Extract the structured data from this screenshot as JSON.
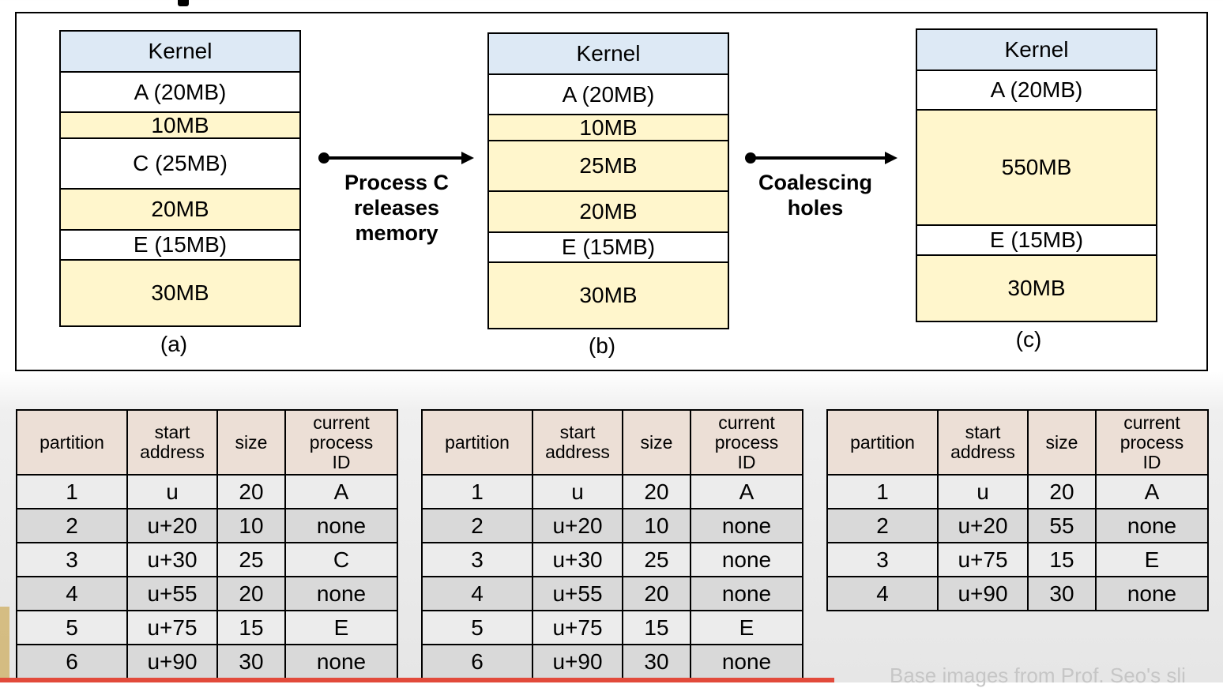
{
  "diagrams": [
    {
      "caption": "(a)",
      "blocks": [
        {
          "label": "Kernel",
          "kind": "kernel"
        },
        {
          "label": "A (20MB)",
          "kind": "proc"
        },
        {
          "label": "10MB",
          "kind": "hole"
        },
        {
          "label": "C (25MB)",
          "kind": "proc"
        },
        {
          "label": "20MB",
          "kind": "hole"
        },
        {
          "label": "E (15MB)",
          "kind": "proc"
        },
        {
          "label": "30MB",
          "kind": "hole"
        }
      ]
    },
    {
      "caption": "(b)",
      "blocks": [
        {
          "label": "Kernel",
          "kind": "kernel"
        },
        {
          "label": "A (20MB)",
          "kind": "proc"
        },
        {
          "label": "10MB",
          "kind": "hole"
        },
        {
          "label": "25MB",
          "kind": "hole"
        },
        {
          "label": "20MB",
          "kind": "hole"
        },
        {
          "label": "E (15MB)",
          "kind": "proc"
        },
        {
          "label": "30MB",
          "kind": "hole"
        }
      ]
    },
    {
      "caption": "(c)",
      "blocks": [
        {
          "label": "Kernel",
          "kind": "kernel"
        },
        {
          "label": "A (20MB)",
          "kind": "proc"
        },
        {
          "label": "550MB",
          "kind": "hole"
        },
        {
          "label": "E (15MB)",
          "kind": "proc"
        },
        {
          "label": "30MB",
          "kind": "hole"
        }
      ]
    }
  ],
  "arrows": [
    {
      "lines": [
        "Process C",
        "releases",
        "memory"
      ]
    },
    {
      "lines": [
        "Coalescing",
        "holes"
      ]
    }
  ],
  "tables": [
    {
      "headers": [
        "partition",
        "start\naddress",
        "size",
        "current\nprocess\nID"
      ],
      "rows": [
        [
          "1",
          "u",
          "20",
          "A"
        ],
        [
          "2",
          "u+20",
          "10",
          "none"
        ],
        [
          "3",
          "u+30",
          "25",
          "C"
        ],
        [
          "4",
          "u+55",
          "20",
          "none"
        ],
        [
          "5",
          "u+75",
          "15",
          "E"
        ],
        [
          "6",
          "u+90",
          "30",
          "none"
        ]
      ]
    },
    {
      "headers": [
        "partition",
        "start\naddress",
        "size",
        "current\nprocess\nID"
      ],
      "rows": [
        [
          "1",
          "u",
          "20",
          "A"
        ],
        [
          "2",
          "u+20",
          "10",
          "none"
        ],
        [
          "3",
          "u+30",
          "25",
          "none"
        ],
        [
          "4",
          "u+55",
          "20",
          "none"
        ],
        [
          "5",
          "u+75",
          "15",
          "E"
        ],
        [
          "6",
          "u+90",
          "30",
          "none"
        ]
      ]
    },
    {
      "headers": [
        "partition",
        "start\naddress",
        "size",
        "current\nprocess\nID"
      ],
      "rows": [
        [
          "1",
          "u",
          "20",
          "A"
        ],
        [
          "2",
          "u+20",
          "55",
          "none"
        ],
        [
          "3",
          "u+75",
          "15",
          "E"
        ],
        [
          "4",
          "u+90",
          "30",
          "none"
        ]
      ]
    }
  ],
  "footer": "Base images from Prof. Seo's sli",
  "colors": {
    "kernel": "#dde9f5",
    "hole": "#fff6cc",
    "process": "#ffffff",
    "table_header": "#ecdfd6",
    "row_light": "#ececec",
    "row_dark": "#d9d9d9",
    "accent_bar": "#e24a3b"
  }
}
